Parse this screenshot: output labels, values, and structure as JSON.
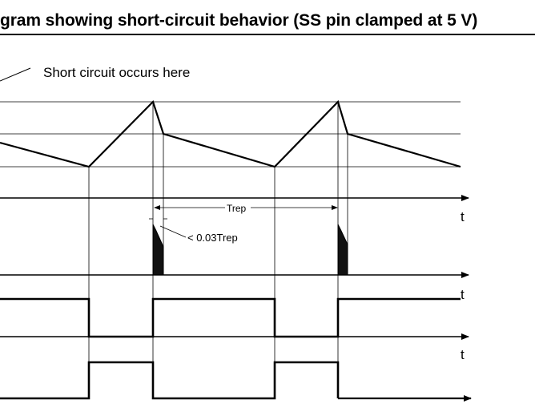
{
  "title": "gram showing short-circuit behavior (SS pin clamped at 5 V)",
  "annotations": {
    "short_circuit": "Short circuit occurs here",
    "trep": "Trep",
    "pulse_width": "< 0.03Trep"
  },
  "axis_labels": {
    "t_axis_1": "t",
    "t_axis_2": "t",
    "t_axis_3": "t"
  }
}
